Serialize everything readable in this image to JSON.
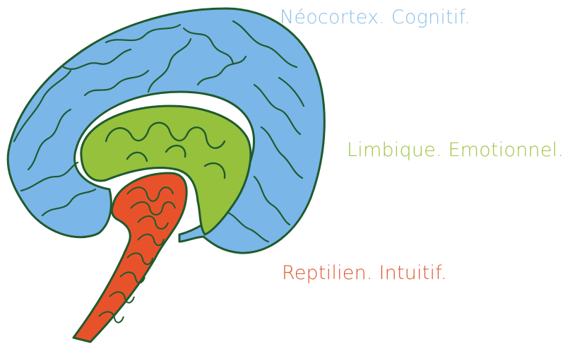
{
  "colors": {
    "neocortex_fill": "#7ab6e8",
    "limbic_fill": "#95c13d",
    "reptilian_fill": "#e8522a",
    "outline": "#1f5a2e",
    "background": "#ffffff"
  },
  "labels": {
    "neocortex": {
      "text": "Néocortex. Cognitif.",
      "color": "#8cc0ea"
    },
    "limbic": {
      "text": "Limbique. Emotionnel.",
      "color": "#9cc442"
    },
    "reptilian": {
      "text": "Reptilien. Intuitif.",
      "color": "#e0552c"
    }
  }
}
